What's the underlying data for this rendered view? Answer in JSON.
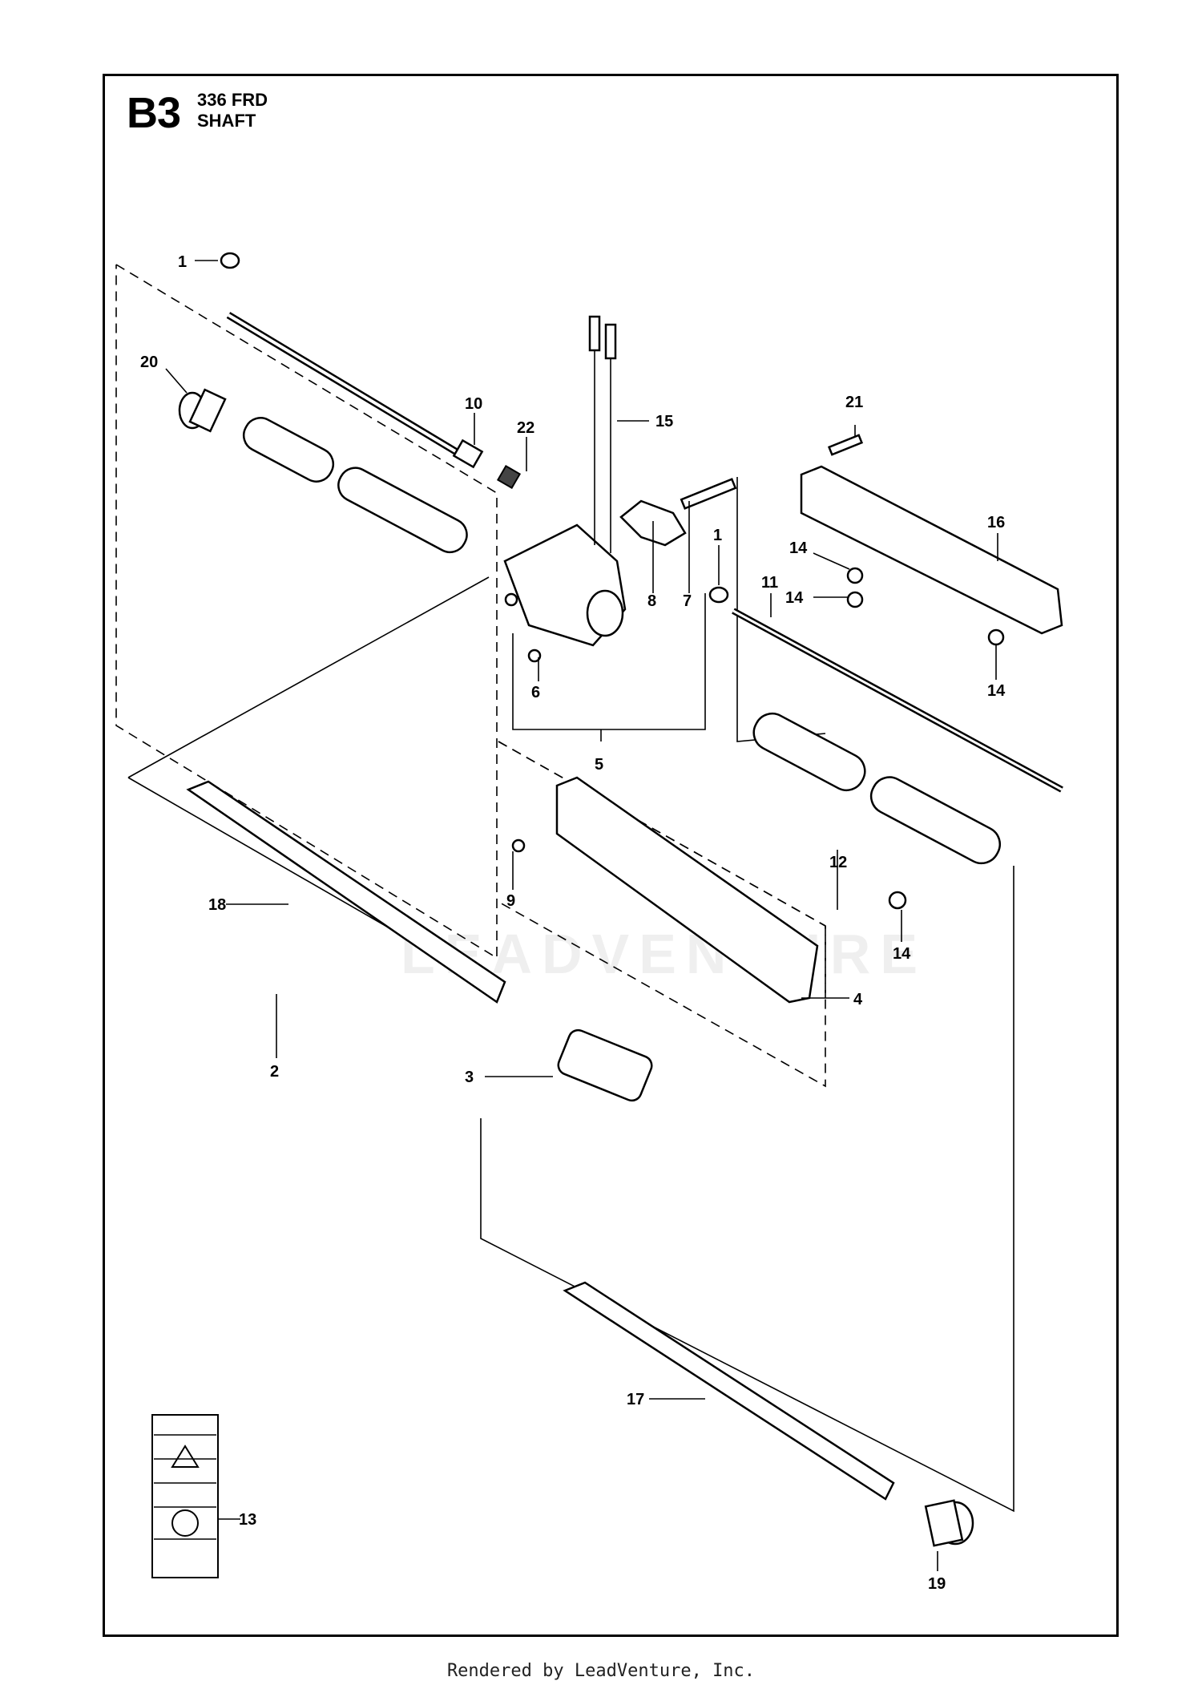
{
  "header": {
    "code": "B3",
    "model": "336 FRD",
    "section": "SHAFT"
  },
  "footer": {
    "text": "Rendered by LeadVenture, Inc."
  },
  "watermark": {
    "text": "LEADVENTURE"
  },
  "callouts": {
    "c1a": "1",
    "c1b": "1",
    "c2": "2",
    "c3": "3",
    "c4": "4",
    "c5": "5",
    "c6": "6",
    "c7": "7",
    "c8": "8",
    "c9": "9",
    "c10": "10",
    "c11": "11",
    "c12": "12",
    "c13": "13",
    "c14a": "14",
    "c14b": "14",
    "c14c": "14",
    "c14d": "14",
    "c15": "15",
    "c16": "16",
    "c17": "17",
    "c18": "18",
    "c19": "19",
    "c20": "20",
    "c21": "21",
    "c22": "22"
  }
}
